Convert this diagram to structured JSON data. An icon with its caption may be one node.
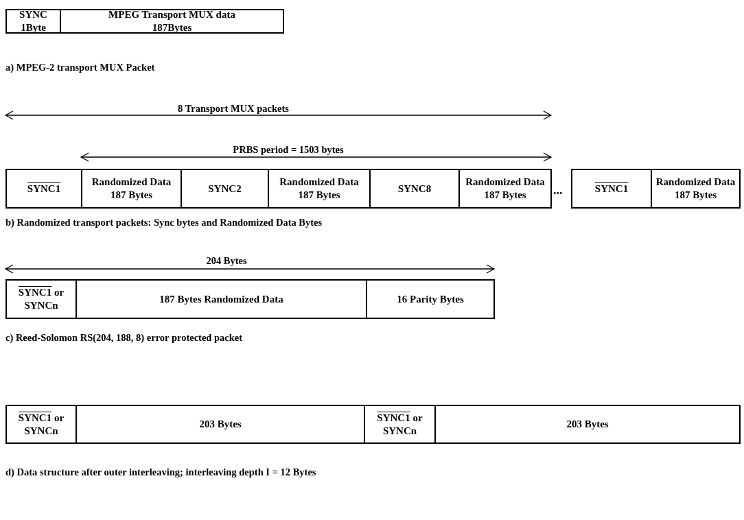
{
  "diagram": {
    "nodes": [
      {
        "text": [
          "SYNC 1Byte"
        ]
      },
      {
        "text": [
          "MPEG Transport MUX data 187Bytes"
        ]
      },
      {
        "text": [
          "SYNC1"
        ]
      },
      {
        "text": [
          "Randomized Data 187 Bytes"
        ]
      },
      {
        "text": [
          "SYNC2"
        ]
      },
      {
        "text": [
          "Randomized Data 187 Bytes"
        ]
      },
      {
        "text": [
          "SYNC8"
        ]
      },
      {
        "text": [
          "Randomized Data 187 Bytes"
        ]
      },
      {
        "text": [
          "SYNC1"
        ]
      },
      {
        "text": [
          "Randomized Data 187 Bytes"
        ]
      },
      {
        "text": [
          "SYNC1 or SYNCn"
        ]
      },
      {
        "text": [
          "187 Bytes Randomized Data"
        ]
      },
      {
        "text": [
          "16 Parity Bytes"
        ]
      },
      {
        "text": [
          "SYNC1 or SYNCn"
        ]
      },
      {
        "text": [
          "203 Bytes"
        ]
      },
      {
        "text": [
          "SYNC1 or SYNCn"
        ]
      },
      {
        "text": [
          "203 Bytes"
        ]
      }
    ],
    "edges": [],
    "labels": [
      "a) MPEG-2 transport MUX Packet",
      "8 Transport MUX packets",
      "PRBS period = 1503 bytes",
      "...",
      "b) Randomized transport packets: Sync bytes and Randomized Data Bytes",
      "204 Bytes",
      "c) Reed-Solomon RS(204, 188, 8) error protected packet",
      "d) Data structure after outer interleaving; interleaving depth I = 12 Bytes"
    ]
  }
}
